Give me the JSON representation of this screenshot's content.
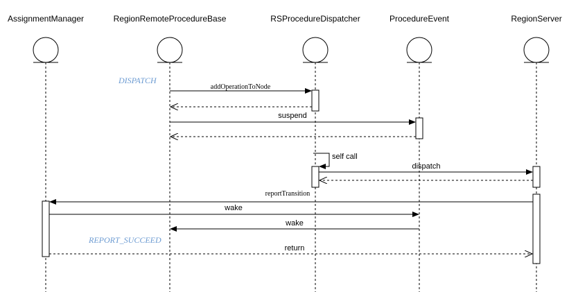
{
  "participants": [
    {
      "id": "am",
      "name": "AssignmentManager"
    },
    {
      "id": "rrpb",
      "name": "RegionRemoteProcedureBase"
    },
    {
      "id": "rpd",
      "name": "RSProcedureDispatcher"
    },
    {
      "id": "pe",
      "name": "ProcedureEvent"
    },
    {
      "id": "rs",
      "name": "RegionServer"
    }
  ],
  "messages": [
    {
      "id": "add-operation-to-node",
      "label": "addOperationToNode",
      "from": "rrpb",
      "to": "rpd",
      "kind": "sync"
    },
    {
      "id": "add-operation-return",
      "label": "",
      "from": "rpd",
      "to": "rrpb",
      "kind": "return"
    },
    {
      "id": "suspend",
      "label": "suspend",
      "from": "rrpb",
      "to": "pe",
      "kind": "sync"
    },
    {
      "id": "suspend-return",
      "label": "",
      "from": "pe",
      "to": "rrpb",
      "kind": "return"
    },
    {
      "id": "self-call",
      "label": "self call",
      "from": "rpd",
      "to": "rpd",
      "kind": "self"
    },
    {
      "id": "dispatch",
      "label": "dispatch",
      "from": "rpd",
      "to": "rs",
      "kind": "sync"
    },
    {
      "id": "dispatch-return",
      "label": "",
      "from": "rs",
      "to": "rpd",
      "kind": "return"
    },
    {
      "id": "report-transition",
      "label": "reportTransition",
      "from": "rs",
      "to": "am",
      "kind": "sync"
    },
    {
      "id": "wake-to-procedure-event",
      "label": "wake",
      "from": "am",
      "to": "pe",
      "kind": "sync"
    },
    {
      "id": "wake-to-remote-procedure",
      "label": "wake",
      "from": "pe",
      "to": "rrpb",
      "kind": "sync"
    },
    {
      "id": "return-to-region-server",
      "label": "return",
      "from": "am",
      "to": "rs",
      "kind": "return"
    }
  ],
  "states": [
    {
      "id": "dispatch-state",
      "label": "DISPATCH",
      "color": "#6c9bd2"
    },
    {
      "id": "report-succeed-state",
      "label": "REPORT_SUCCEED",
      "color": "#6c9bd2"
    }
  ],
  "colors": {
    "line": "#000000",
    "state": "#6c9bd2"
  }
}
